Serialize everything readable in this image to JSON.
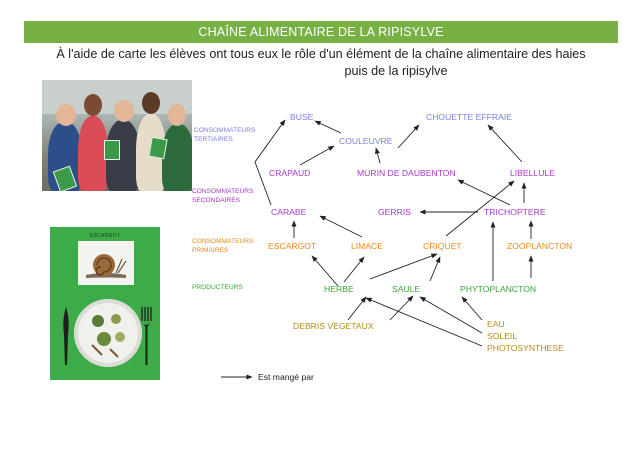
{
  "header": {
    "title": "CHAÎNE ALIMENTAIRE DE LA RIPISYLVE",
    "subtitle_line1": "À l'aide de carte les élèves ont tous eux le rôle d'un élément de la chaîne alimentaire des haies",
    "subtitle_line2": "puis de la ripisylve"
  },
  "photos": {
    "card_label": "ESCARGOT"
  },
  "colors": {
    "title_bar": "#77b143",
    "tertiary": "#7c7fdc",
    "secondary": "#a638c8",
    "primary": "#ee8a19",
    "producers": "#37a837",
    "resources": "#b78a1f"
  },
  "levels": {
    "tertiary": [
      "CONSOMMATEURS",
      "TERTIAIRES"
    ],
    "secondary": [
      "CONSOMMATEURS",
      "SECONDAIRES"
    ],
    "primary": [
      "CONSOMMATEURS",
      "PRIMAIRES"
    ],
    "producers": "PRODUCTEURS"
  },
  "nodes": {
    "buse": "BUSE",
    "chouette": "CHOUETTE EFFRAIE",
    "couleuvre": "COULEUVRE",
    "crapaud": "CRAPAUD",
    "murin": "MURIN DE DAUBENTON",
    "libellule": "LIBELLULE",
    "carabe": "CARABE",
    "gerris": "GERRIS",
    "trichoptere": "TRICHOPTERE",
    "escargot": "ESCARGOT",
    "limace": "LIMACE",
    "criquet": "CRIQUET",
    "zooplancton": "ZOOPLANCTON",
    "herbe": "HERBE",
    "saule": "SAULE",
    "phytoplancton": "PHYTOPLANCTON",
    "debris": "DEBRIS VEGETAUX",
    "eau": "EAU",
    "soleil": "SOLEIL",
    "photosynthese": "PHOTOSYNTHESE"
  },
  "legend": {
    "label": "Est mangé par"
  }
}
